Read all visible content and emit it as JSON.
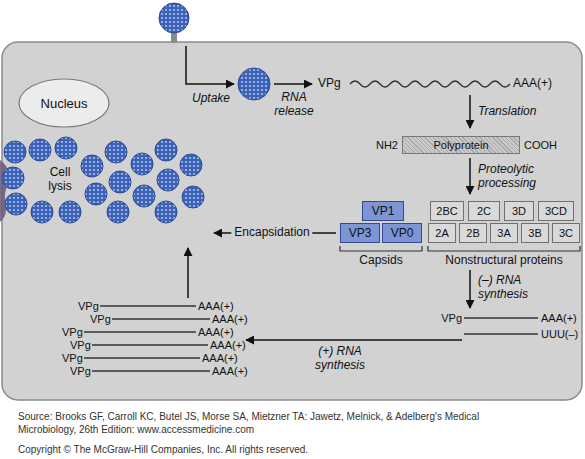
{
  "diagram": {
    "caption": "Source: Brooks GF, Carroll KC, Butel JS, Morse SA, Mietzner TA: Jawetz, Melnick, & Adelberg's Medical Microbiology, 26th Edition: www.accessmedicine.com",
    "nodes": [
      {
        "text": [
          "Nucleus"
        ]
      },
      {
        "text": [
          "Polyprotein"
        ]
      },
      {
        "text": [
          "VP1"
        ]
      },
      {
        "text": [
          "VP3"
        ]
      },
      {
        "text": [
          "VP0"
        ]
      },
      {
        "text": [
          "2BC"
        ]
      },
      {
        "text": [
          "2C"
        ]
      },
      {
        "text": [
          "3D"
        ]
      },
      {
        "text": [
          "3CD"
        ]
      },
      {
        "text": [
          "2A"
        ]
      },
      {
        "text": [
          "2B"
        ]
      },
      {
        "text": [
          "3A"
        ]
      },
      {
        "text": [
          "3B"
        ]
      },
      {
        "text": [
          "3C"
        ]
      }
    ],
    "labels": [
      "Uptake",
      "RNA release",
      "VPg",
      "AAA(+)",
      "Translation",
      "NH2",
      "COOH",
      "Proteolytic processing",
      "Capsids",
      "Nonstructural proteins",
      "Encapsidation",
      "(–) RNA synthesis",
      "Cell lysis",
      "VPg",
      "AAA(+)",
      "UUU(–)",
      "(+) RNA synthesis",
      "VPg",
      "AAA(+)",
      "VPg",
      "AAA(+)",
      "VPg",
      "AAA(+)",
      "VPg",
      "AAA(+)",
      "VPg",
      "AAA(+)",
      "VPg",
      "AAA(+)",
      "Copyright © The McGraw-Hill Companies, Inc. All rights reserved."
    ]
  }
}
